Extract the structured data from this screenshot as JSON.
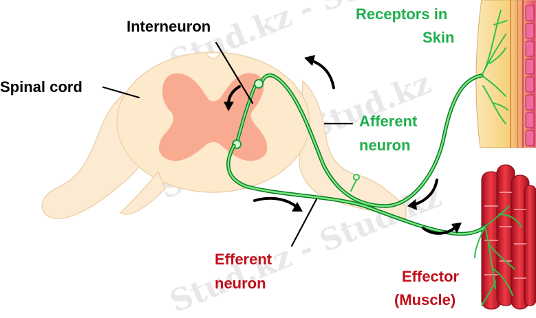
{
  "labels": {
    "interneuron": "Interneuron",
    "spinal_cord": "Spinal cord",
    "receptors_line1": "Receptors in",
    "receptors_line2": "Skin",
    "afferent_line1": "Afferent",
    "afferent_line2": "neuron",
    "efferent_line1": "Efferent",
    "efferent_line2": "neuron",
    "effector_line1": "Effector",
    "effector_line2": "(Muscle)"
  },
  "watermark": {
    "text": "Stud.kz - Stud.kz"
  },
  "colors": {
    "label_black": "#000000",
    "label_green": "#1fae4b",
    "label_red": "#c0101a",
    "neuron_green": "#2fc04a",
    "cord_outer": "#fde9cc",
    "grey_matter": "#f7a48a",
    "skin_pink": "#e8447a",
    "muscle_red": "#d11a2a"
  },
  "icons": [
    "arrow-curved-icon",
    "label-leader-line"
  ]
}
